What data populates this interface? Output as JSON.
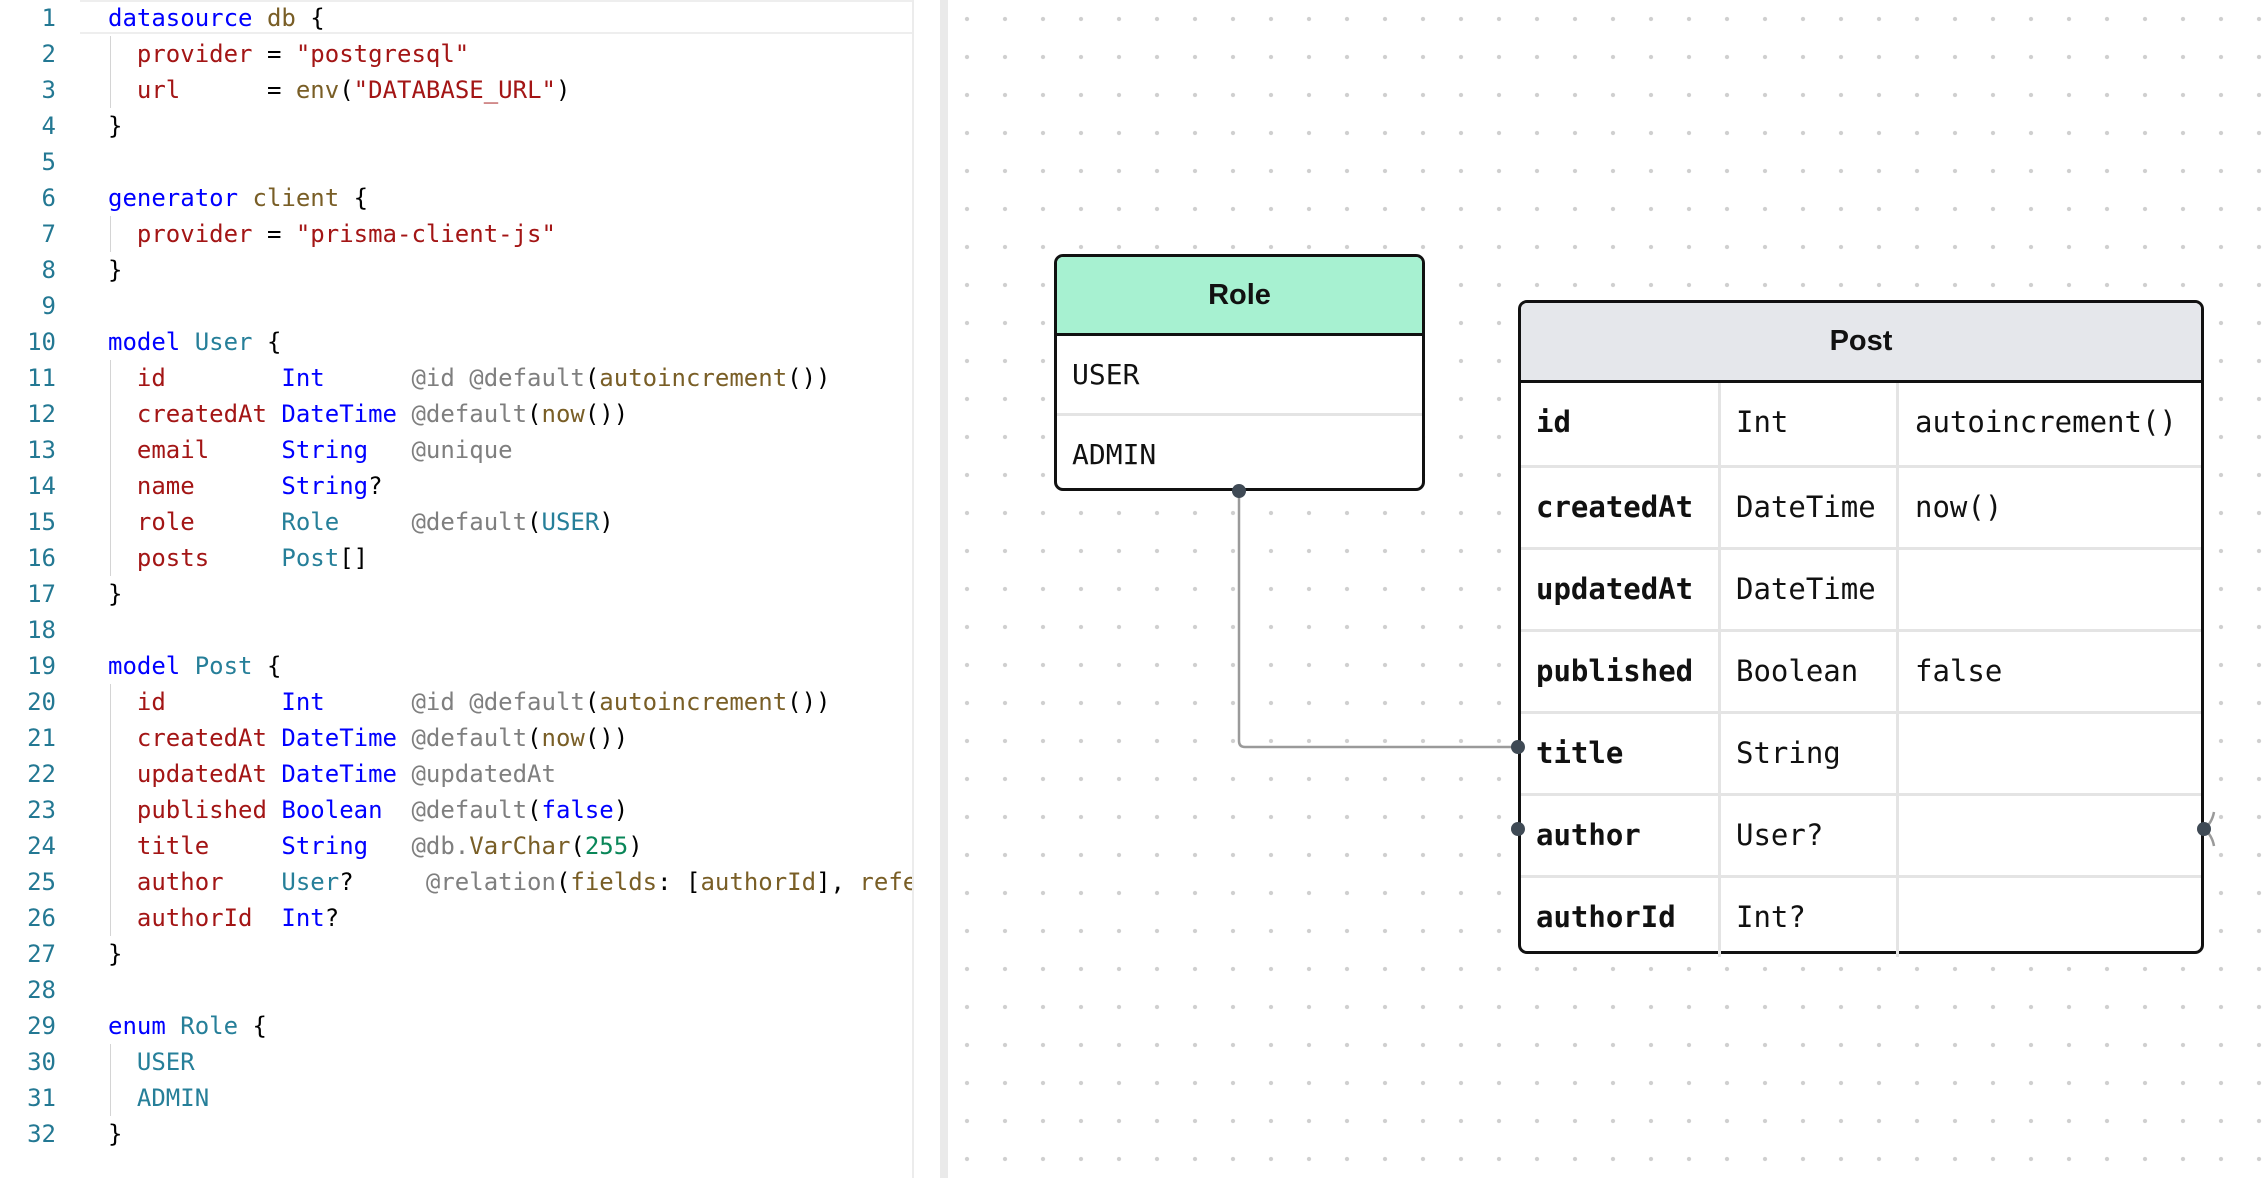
{
  "editor": {
    "lines": [
      {
        "num": "1",
        "tokens": [
          {
            "t": "datasource",
            "c": "kw"
          },
          {
            "t": " ",
            "c": "plain"
          },
          {
            "t": "db",
            "c": "name"
          },
          {
            "t": " {",
            "c": "punc"
          }
        ]
      },
      {
        "num": "2",
        "tokens": [
          {
            "t": "  ",
            "c": "plain"
          },
          {
            "t": "provider",
            "c": "prop"
          },
          {
            "t": " = ",
            "c": "op"
          },
          {
            "t": "\"postgresql\"",
            "c": "str"
          }
        ]
      },
      {
        "num": "3",
        "tokens": [
          {
            "t": "  ",
            "c": "plain"
          },
          {
            "t": "url",
            "c": "prop"
          },
          {
            "t": "      = ",
            "c": "op"
          },
          {
            "t": "env",
            "c": "fn"
          },
          {
            "t": "(",
            "c": "punc"
          },
          {
            "t": "\"DATABASE_URL\"",
            "c": "str"
          },
          {
            "t": ")",
            "c": "punc"
          }
        ]
      },
      {
        "num": "4",
        "tokens": [
          {
            "t": "}",
            "c": "punc"
          }
        ]
      },
      {
        "num": "5",
        "tokens": []
      },
      {
        "num": "6",
        "tokens": [
          {
            "t": "generator",
            "c": "kw"
          },
          {
            "t": " ",
            "c": "plain"
          },
          {
            "t": "client",
            "c": "name"
          },
          {
            "t": " {",
            "c": "punc"
          }
        ]
      },
      {
        "num": "7",
        "tokens": [
          {
            "t": "  ",
            "c": "plain"
          },
          {
            "t": "provider",
            "c": "prop"
          },
          {
            "t": " = ",
            "c": "op"
          },
          {
            "t": "\"prisma-client-js\"",
            "c": "str"
          }
        ]
      },
      {
        "num": "8",
        "tokens": [
          {
            "t": "}",
            "c": "punc"
          }
        ]
      },
      {
        "num": "9",
        "tokens": []
      },
      {
        "num": "10",
        "tokens": [
          {
            "t": "model",
            "c": "kw"
          },
          {
            "t": " ",
            "c": "plain"
          },
          {
            "t": "User",
            "c": "enum"
          },
          {
            "t": " {",
            "c": "punc"
          }
        ]
      },
      {
        "num": "11",
        "tokens": [
          {
            "t": "  ",
            "c": "plain"
          },
          {
            "t": "id        ",
            "c": "prop"
          },
          {
            "t": "Int      ",
            "c": "type"
          },
          {
            "t": "@id @default",
            "c": "attr"
          },
          {
            "t": "(",
            "c": "punc"
          },
          {
            "t": "autoincrement",
            "c": "fn"
          },
          {
            "t": "())",
            "c": "punc"
          }
        ]
      },
      {
        "num": "12",
        "tokens": [
          {
            "t": "  ",
            "c": "plain"
          },
          {
            "t": "createdAt ",
            "c": "prop"
          },
          {
            "t": "DateTime ",
            "c": "type"
          },
          {
            "t": "@default",
            "c": "attr"
          },
          {
            "t": "(",
            "c": "punc"
          },
          {
            "t": "now",
            "c": "fn"
          },
          {
            "t": "())",
            "c": "punc"
          }
        ]
      },
      {
        "num": "13",
        "tokens": [
          {
            "t": "  ",
            "c": "plain"
          },
          {
            "t": "email     ",
            "c": "prop"
          },
          {
            "t": "String   ",
            "c": "type"
          },
          {
            "t": "@unique",
            "c": "attr"
          }
        ]
      },
      {
        "num": "14",
        "tokens": [
          {
            "t": "  ",
            "c": "plain"
          },
          {
            "t": "name      ",
            "c": "prop"
          },
          {
            "t": "String",
            "c": "type"
          },
          {
            "t": "?",
            "c": "punc"
          }
        ]
      },
      {
        "num": "15",
        "tokens": [
          {
            "t": "  ",
            "c": "plain"
          },
          {
            "t": "role      ",
            "c": "prop"
          },
          {
            "t": "Role     ",
            "c": "enum"
          },
          {
            "t": "@default",
            "c": "attr"
          },
          {
            "t": "(",
            "c": "punc"
          },
          {
            "t": "USER",
            "c": "ident"
          },
          {
            "t": ")",
            "c": "punc"
          }
        ]
      },
      {
        "num": "16",
        "tokens": [
          {
            "t": "  ",
            "c": "plain"
          },
          {
            "t": "posts     ",
            "c": "prop"
          },
          {
            "t": "Post",
            "c": "enum"
          },
          {
            "t": "[]",
            "c": "punc"
          }
        ]
      },
      {
        "num": "17",
        "tokens": [
          {
            "t": "}",
            "c": "punc"
          }
        ]
      },
      {
        "num": "18",
        "tokens": []
      },
      {
        "num": "19",
        "tokens": [
          {
            "t": "model",
            "c": "kw"
          },
          {
            "t": " ",
            "c": "plain"
          },
          {
            "t": "Post",
            "c": "enum"
          },
          {
            "t": " {",
            "c": "punc"
          }
        ]
      },
      {
        "num": "20",
        "tokens": [
          {
            "t": "  ",
            "c": "plain"
          },
          {
            "t": "id        ",
            "c": "prop"
          },
          {
            "t": "Int      ",
            "c": "type"
          },
          {
            "t": "@id @default",
            "c": "attr"
          },
          {
            "t": "(",
            "c": "punc"
          },
          {
            "t": "autoincrement",
            "c": "fn"
          },
          {
            "t": "())",
            "c": "punc"
          }
        ]
      },
      {
        "num": "21",
        "tokens": [
          {
            "t": "  ",
            "c": "plain"
          },
          {
            "t": "createdAt ",
            "c": "prop"
          },
          {
            "t": "DateTime ",
            "c": "type"
          },
          {
            "t": "@default",
            "c": "attr"
          },
          {
            "t": "(",
            "c": "punc"
          },
          {
            "t": "now",
            "c": "fn"
          },
          {
            "t": "())",
            "c": "punc"
          }
        ]
      },
      {
        "num": "22",
        "tokens": [
          {
            "t": "  ",
            "c": "plain"
          },
          {
            "t": "updatedAt ",
            "c": "prop"
          },
          {
            "t": "DateTime ",
            "c": "type"
          },
          {
            "t": "@updatedAt",
            "c": "attr"
          }
        ]
      },
      {
        "num": "23",
        "tokens": [
          {
            "t": "  ",
            "c": "plain"
          },
          {
            "t": "published ",
            "c": "prop"
          },
          {
            "t": "Boolean  ",
            "c": "type"
          },
          {
            "t": "@default",
            "c": "attr"
          },
          {
            "t": "(",
            "c": "punc"
          },
          {
            "t": "false",
            "c": "bool"
          },
          {
            "t": ")",
            "c": "punc"
          }
        ]
      },
      {
        "num": "24",
        "tokens": [
          {
            "t": "  ",
            "c": "plain"
          },
          {
            "t": "title     ",
            "c": "prop"
          },
          {
            "t": "String   ",
            "c": "type"
          },
          {
            "t": "@db.",
            "c": "attr"
          },
          {
            "t": "VarChar",
            "c": "fn"
          },
          {
            "t": "(",
            "c": "punc"
          },
          {
            "t": "255",
            "c": "num"
          },
          {
            "t": ")",
            "c": "punc"
          }
        ]
      },
      {
        "num": "25",
        "tokens": [
          {
            "t": "  ",
            "c": "plain"
          },
          {
            "t": "author    ",
            "c": "prop"
          },
          {
            "t": "User",
            "c": "enum"
          },
          {
            "t": "?     ",
            "c": "punc"
          },
          {
            "t": "@relation",
            "c": "attr"
          },
          {
            "t": "(",
            "c": "punc"
          },
          {
            "t": "fields",
            "c": "fn"
          },
          {
            "t": ": [",
            "c": "punc"
          },
          {
            "t": "authorId",
            "c": "fn"
          },
          {
            "t": "], ",
            "c": "punc"
          },
          {
            "t": "referen",
            "c": "fn"
          }
        ]
      },
      {
        "num": "26",
        "tokens": [
          {
            "t": "  ",
            "c": "plain"
          },
          {
            "t": "authorId  ",
            "c": "prop"
          },
          {
            "t": "Int",
            "c": "type"
          },
          {
            "t": "?",
            "c": "punc"
          }
        ]
      },
      {
        "num": "27",
        "tokens": [
          {
            "t": "}",
            "c": "punc"
          }
        ]
      },
      {
        "num": "28",
        "tokens": []
      },
      {
        "num": "29",
        "tokens": [
          {
            "t": "enum",
            "c": "kw"
          },
          {
            "t": " ",
            "c": "plain"
          },
          {
            "t": "Role",
            "c": "enum"
          },
          {
            "t": " {",
            "c": "punc"
          }
        ]
      },
      {
        "num": "30",
        "tokens": [
          {
            "t": "  ",
            "c": "plain"
          },
          {
            "t": "USER",
            "c": "ident"
          }
        ]
      },
      {
        "num": "31",
        "tokens": [
          {
            "t": "  ",
            "c": "plain"
          },
          {
            "t": "ADMIN",
            "c": "ident"
          }
        ]
      },
      {
        "num": "32",
        "tokens": [
          {
            "t": "}",
            "c": "punc"
          }
        ]
      }
    ]
  },
  "diagram": {
    "role": {
      "title": "Role",
      "values": [
        "USER",
        "ADMIN"
      ],
      "header_color": "#a7f1d1"
    },
    "post": {
      "title": "Post",
      "header_color": "#e5e7eb",
      "fields": [
        {
          "name": "id",
          "type": "Int",
          "default": "autoincrement()"
        },
        {
          "name": "createdAt",
          "type": "DateTime",
          "default": "now()"
        },
        {
          "name": "updatedAt",
          "type": "DateTime",
          "default": ""
        },
        {
          "name": "published",
          "type": "Boolean",
          "default": "false"
        },
        {
          "name": "title",
          "type": "String",
          "default": ""
        },
        {
          "name": "author",
          "type": "User?",
          "default": ""
        },
        {
          "name": "authorId",
          "type": "Int?",
          "default": ""
        }
      ]
    }
  },
  "colors": {
    "keyword": "#0000ff",
    "string": "#a31515",
    "attribute": "#7f7f7f",
    "line_number": "#237893",
    "edge": "#9a9a9a",
    "handle": "#3f4a55"
  }
}
